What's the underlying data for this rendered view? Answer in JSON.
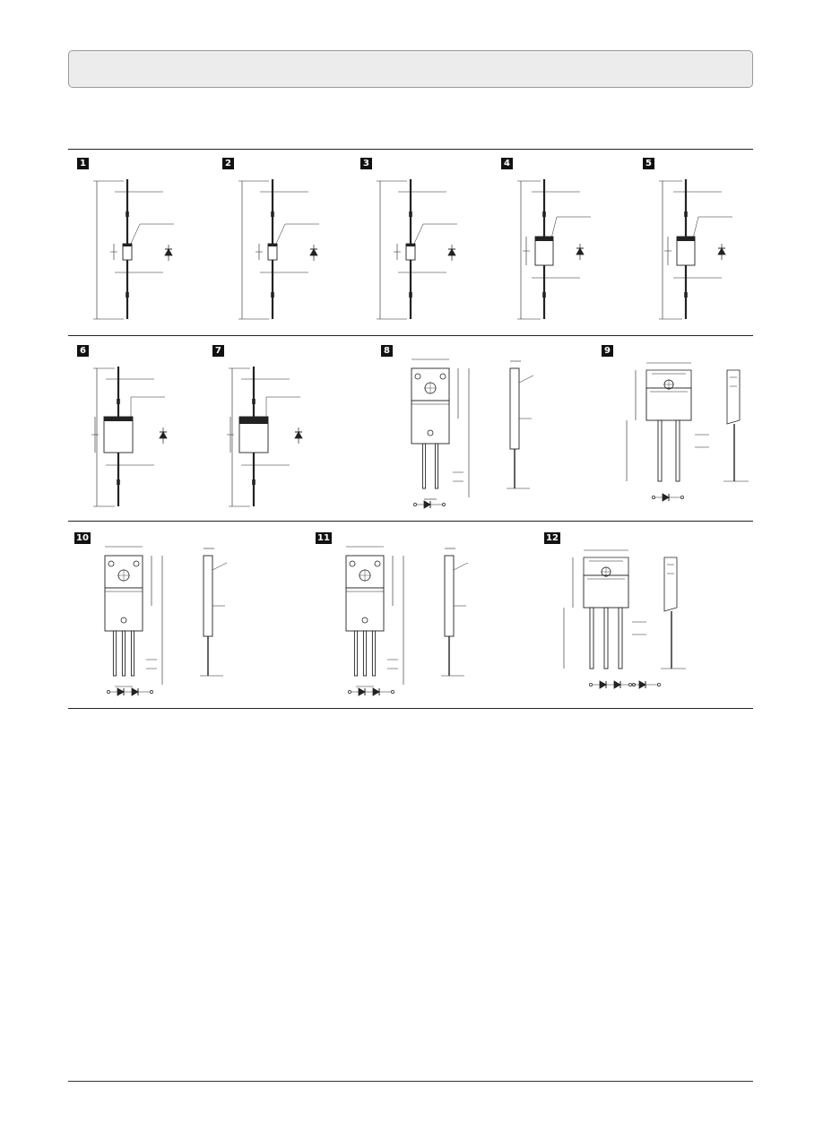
{
  "header": {
    "title": ""
  },
  "packages": [
    {
      "num": "1",
      "kind": "axial",
      "band": "thin"
    },
    {
      "num": "2",
      "kind": "axial",
      "band": "thin"
    },
    {
      "num": "3",
      "kind": "axial",
      "band": "thin"
    },
    {
      "num": "4",
      "kind": "axial",
      "band": "thick"
    },
    {
      "num": "5",
      "kind": "axial",
      "band": "thick"
    },
    {
      "num": "6",
      "kind": "axial",
      "band": "thick"
    },
    {
      "num": "7",
      "kind": "axial",
      "band": "heavy"
    },
    {
      "num": "8",
      "kind": "to220-2"
    },
    {
      "num": "9",
      "kind": "to3p-2"
    },
    {
      "num": "10",
      "kind": "to220-3"
    },
    {
      "num": "11",
      "kind": "to220-3"
    },
    {
      "num": "12",
      "kind": "to3p-3"
    }
  ],
  "colors": {
    "ink": "#222222",
    "header_fill": "#ececec",
    "badge": "#111111"
  }
}
